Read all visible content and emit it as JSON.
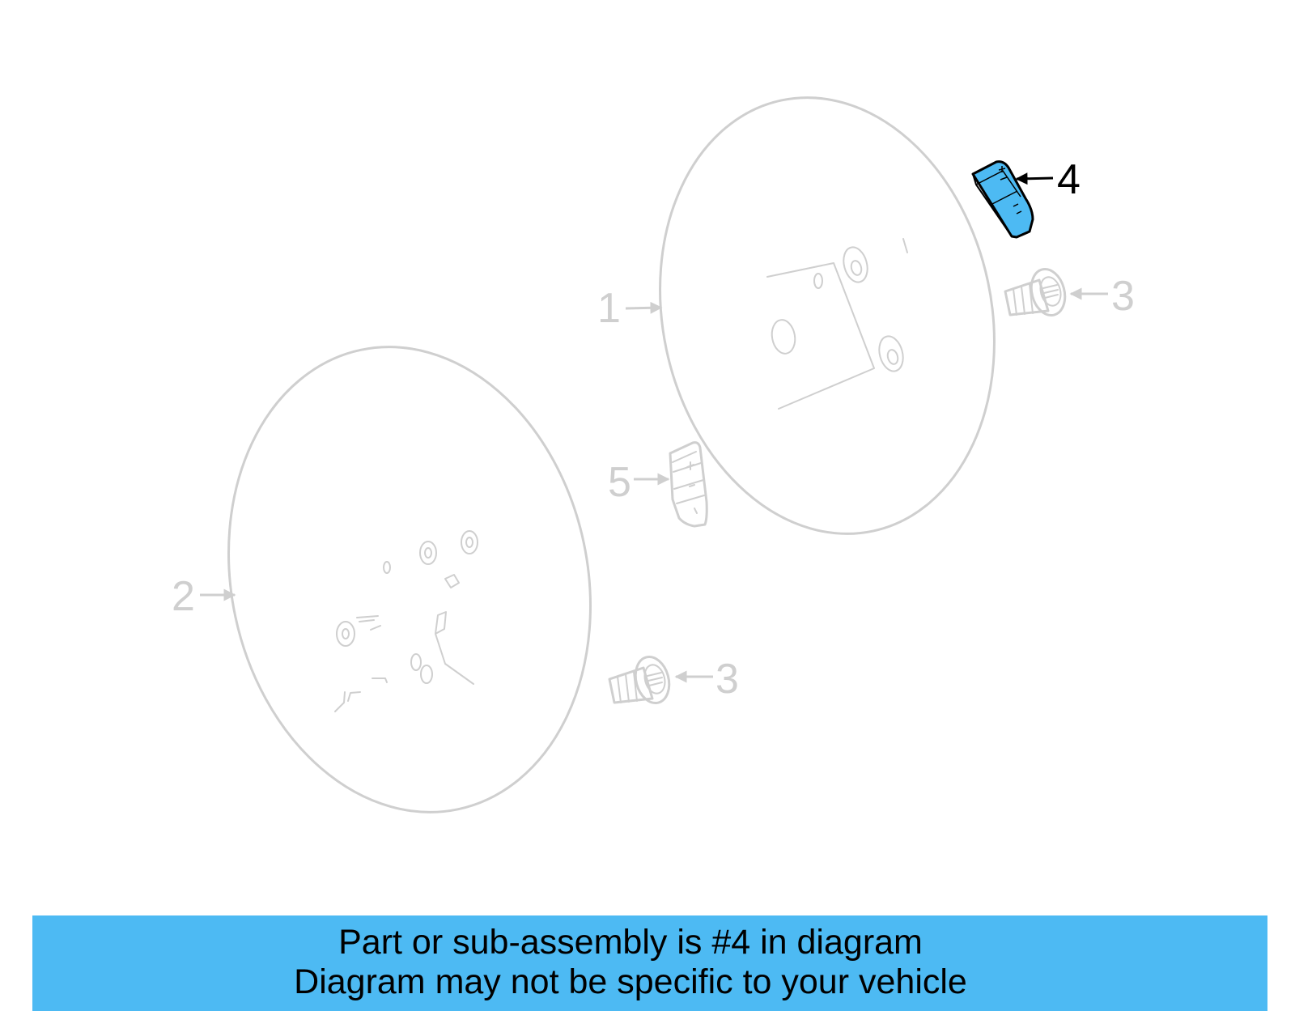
{
  "callouts": {
    "steering_wheel_1": "1",
    "steering_wheel_2": "2",
    "bolt_upper": "3",
    "bolt_lower": "3",
    "switch_highlighted": "4",
    "switch_other": "5"
  },
  "banner": {
    "line1": "Part or sub-assembly is #4 in diagram",
    "line2": "Diagram may not be specific to your vehicle"
  },
  "colors": {
    "highlight": "#4dbaf3",
    "faded_line": "#cfcfcf",
    "banner_bg": "#4dbaf3"
  }
}
